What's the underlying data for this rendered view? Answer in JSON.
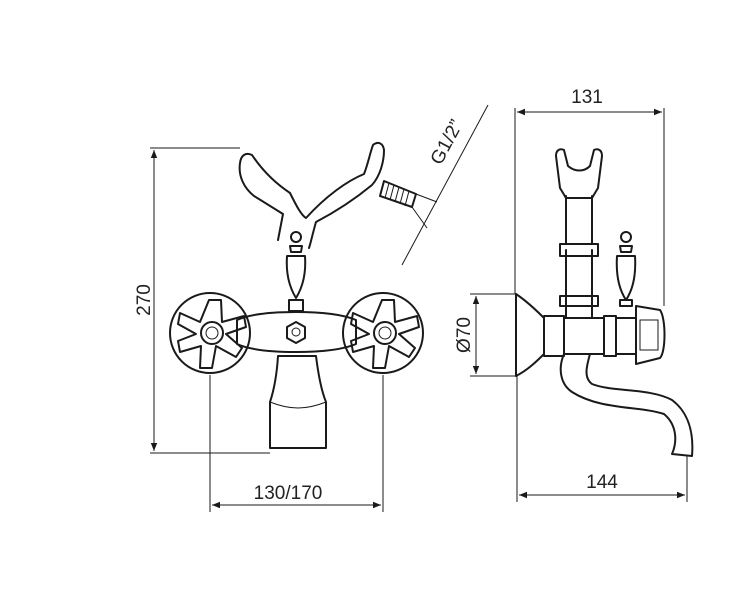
{
  "dimensions": {
    "height": "270",
    "spacing": "130/170",
    "thread": "G1/2”",
    "diameter": "Ø70",
    "top_width": "131",
    "bottom_width": "144"
  },
  "colors": {
    "line": "#1a1a1a",
    "background": "#ffffff"
  }
}
